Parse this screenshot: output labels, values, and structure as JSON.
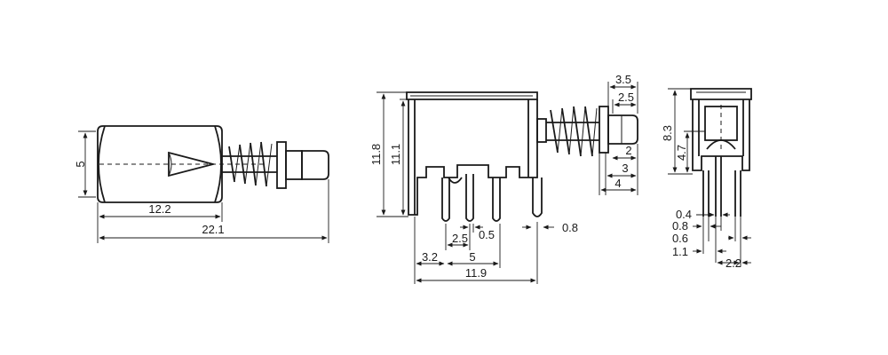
{
  "side_view": {
    "height": "5",
    "body_length": "12.2",
    "total_length": "22.1"
  },
  "front_view": {
    "height_outer": "11.8",
    "height_inner": "11.1",
    "cap_width": "3.5",
    "cap_inner": "2.5",
    "stroke_2": "2",
    "stroke_3": "3",
    "stroke_4": "4",
    "pin_pitch": "2.5",
    "pin_width": "0.5",
    "tab_width": "0.8",
    "offset_3_2": "3.2",
    "span_5": "5",
    "base_width": "11.9"
  },
  "end_view": {
    "height": "8.3",
    "inner_height": "4.7",
    "d_0_4": "0.4",
    "d_0_8": "0.8",
    "d_0_6": "0.6",
    "d_1_1": "1.1",
    "d_2_2": "2.2"
  }
}
